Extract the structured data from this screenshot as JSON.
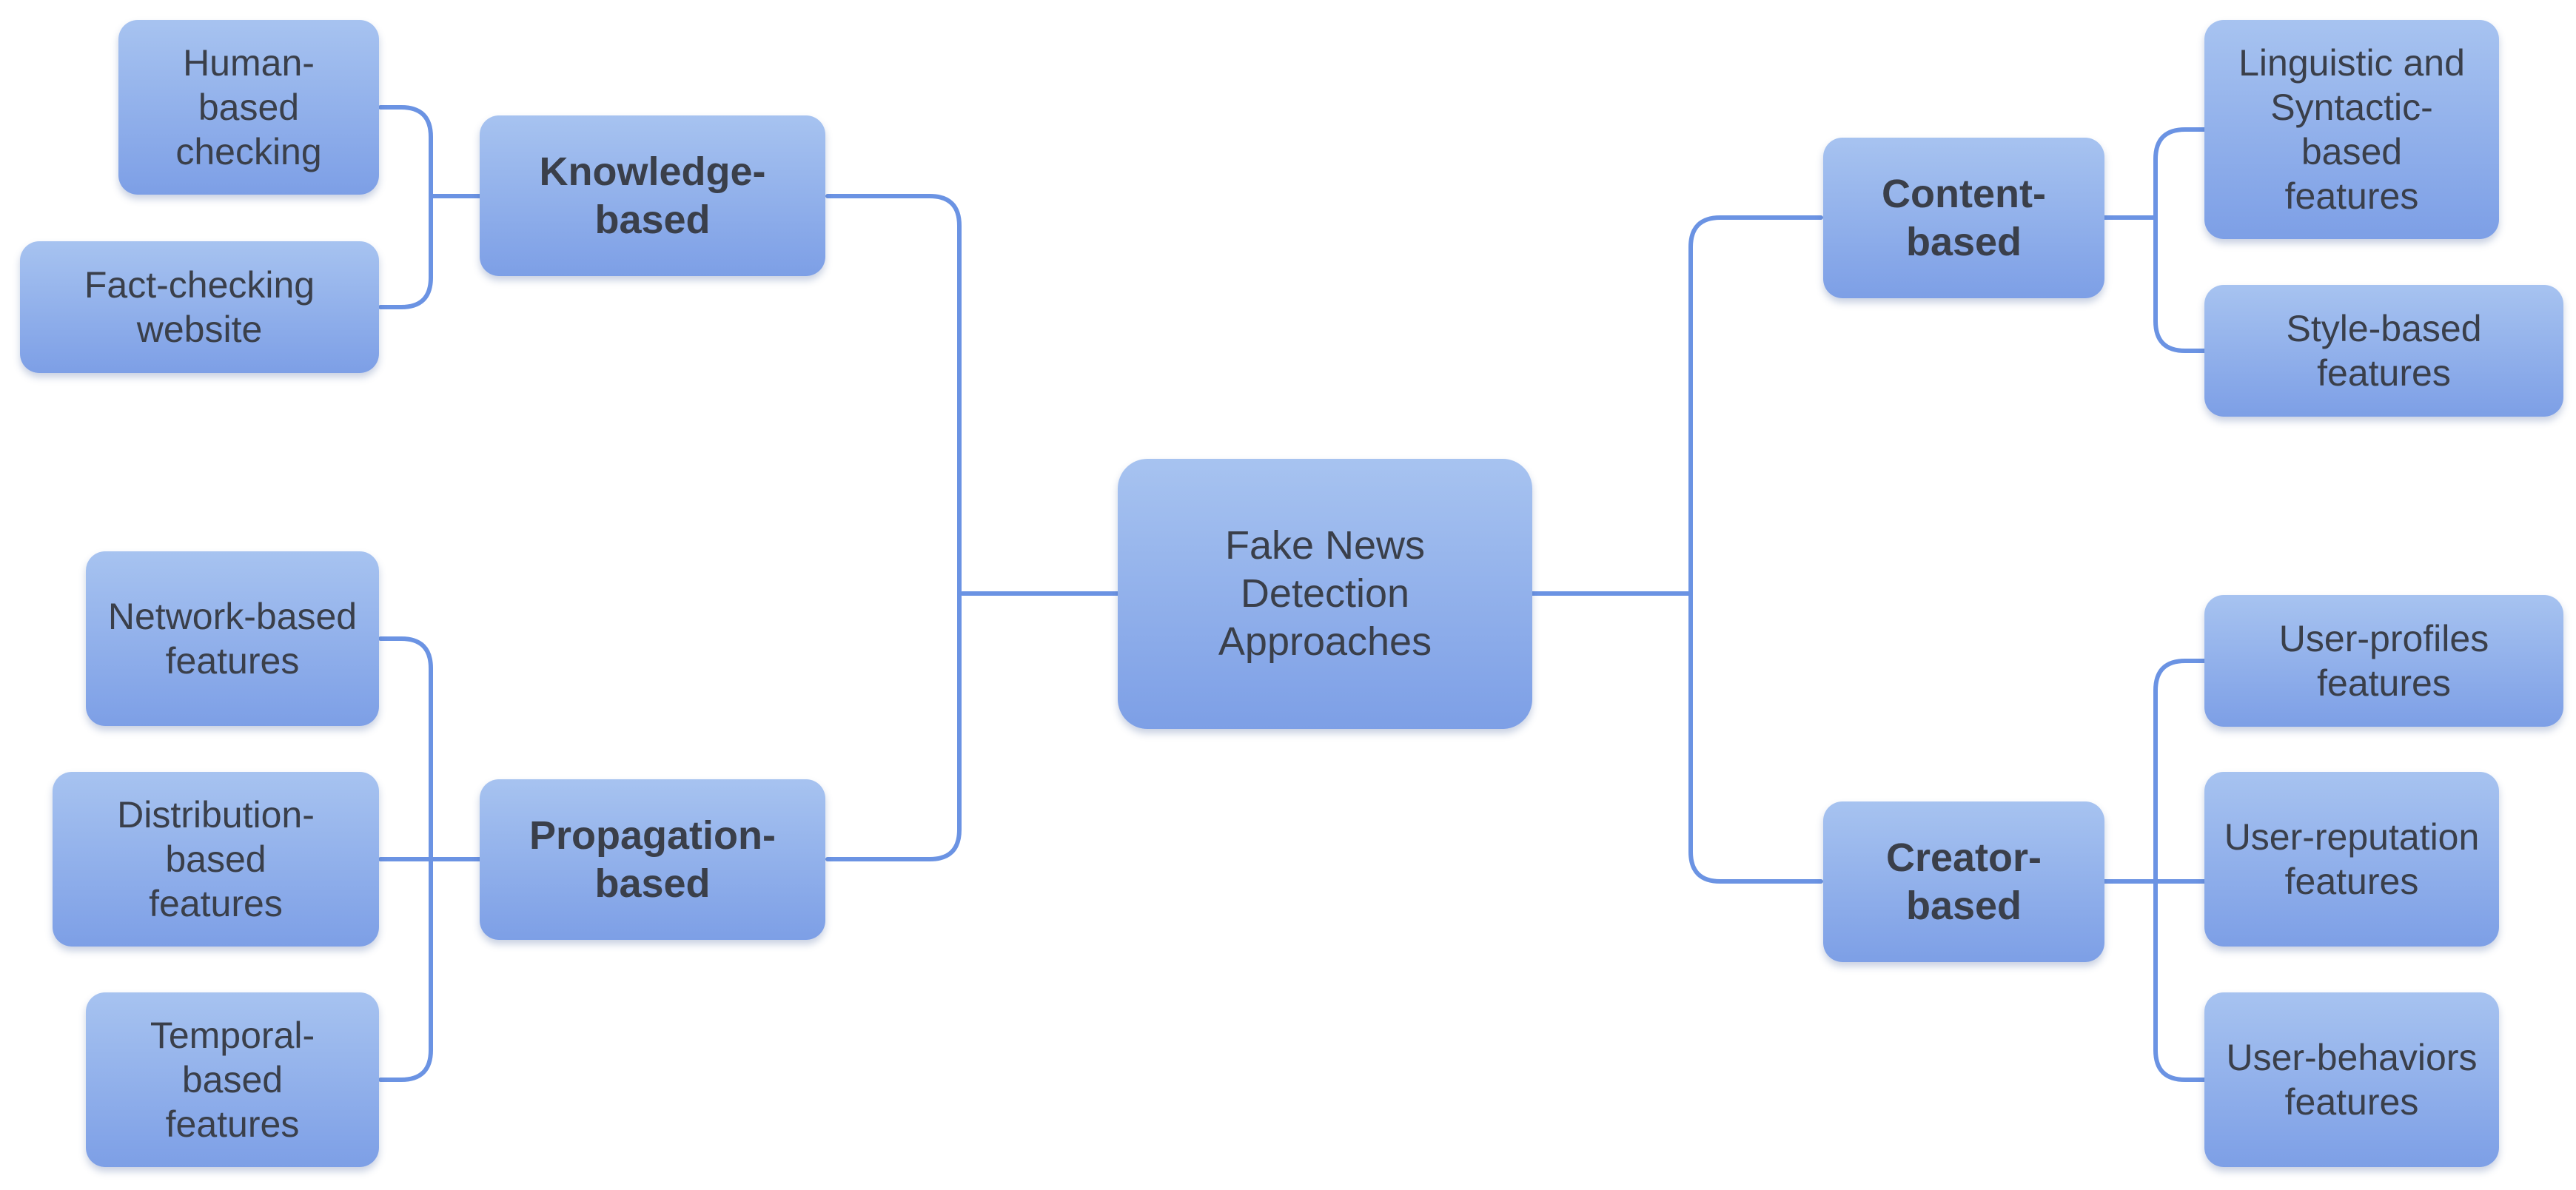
{
  "diagram": {
    "root": {
      "lines": [
        "Fake News Detection",
        "Approaches"
      ]
    },
    "knowledge": {
      "label": "Knowledge-based"
    },
    "propagation": {
      "label": "Propagation-based"
    },
    "content": {
      "label": "Content-based"
    },
    "creator": {
      "label": "Creator-based"
    },
    "human_checking": {
      "lines": [
        "Human-based",
        "checking"
      ]
    },
    "fact_checking": {
      "label": "Fact-checking website"
    },
    "network_features": {
      "lines": [
        "Network-based",
        "features"
      ]
    },
    "distribution_features": {
      "lines": [
        "Distribution-based",
        "features"
      ]
    },
    "temporal_features": {
      "lines": [
        "Temporal-based",
        "features"
      ]
    },
    "linguistic_features": {
      "lines": [
        "Linguistic and",
        "Syntactic-based",
        "features"
      ]
    },
    "style_features": {
      "label": "Style-based features"
    },
    "user_profiles": {
      "label": "User-profiles features"
    },
    "user_reputation": {
      "lines": [
        "User-reputation",
        "features"
      ]
    },
    "user_behaviors": {
      "lines": [
        "User-behaviors",
        "features"
      ]
    }
  },
  "colors": {
    "node_top": "#a7c3f0",
    "node_bottom": "#7d9fe6",
    "connector": "#6b93e3",
    "text": "#3a3f4a"
  }
}
